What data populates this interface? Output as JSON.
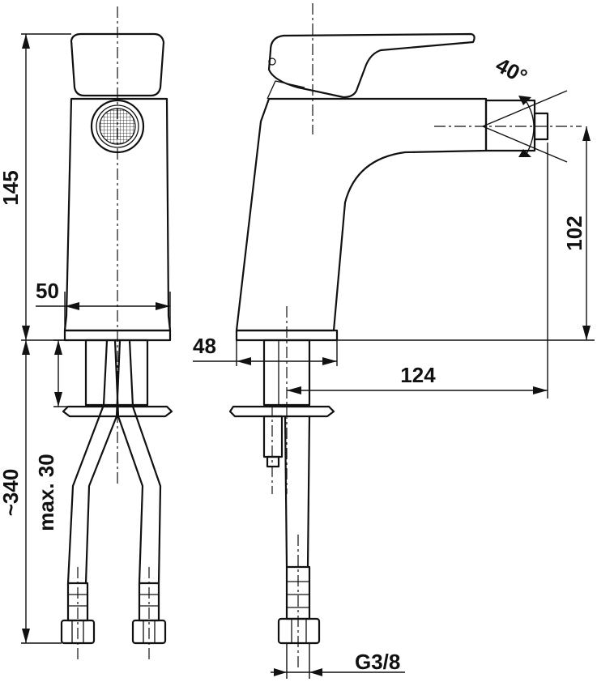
{
  "dimensions": {
    "height_total": "145",
    "body_width": "50",
    "hose_length": "~340",
    "max_thickness": "max. 30",
    "base_width": "48",
    "spout_reach": "124",
    "spout_height": "102",
    "spray_angle": "40°",
    "thread": "G3/8"
  },
  "colors": {
    "line": "#111111",
    "background": "#ffffff"
  }
}
